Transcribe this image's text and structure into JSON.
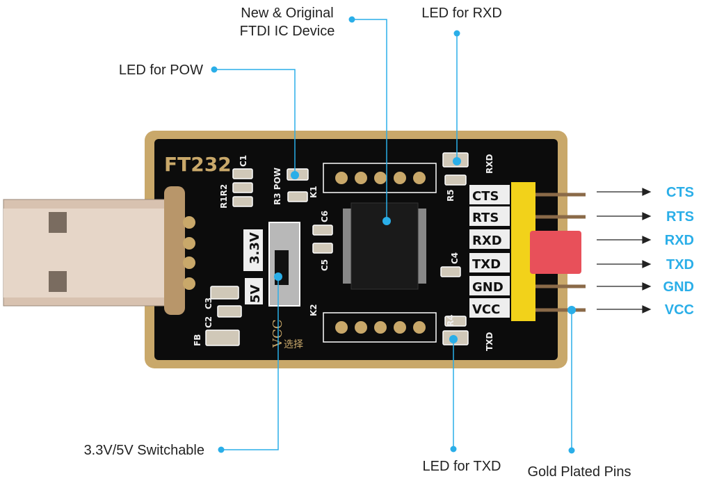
{
  "colors": {
    "accent": "#2aaee8",
    "board_border": "#c9a86a",
    "board": "#0c0c0c",
    "header": "#f2d21a",
    "jumper": "#e8505a"
  },
  "board": {
    "title": "FT232",
    "switch_labels": [
      "3.3V",
      "5V"
    ],
    "vcc_label": "VCC",
    "vcc_select": "选择",
    "silk": [
      "C1",
      "R1R2",
      "R3 POW",
      "K1",
      "K2",
      "C6",
      "C5",
      "C4",
      "C3",
      "C2",
      "FB",
      "R5",
      "R4",
      "RXD",
      "TXD"
    ],
    "pin_silk": [
      "CTS",
      "RTS",
      "RXD",
      "TXD",
      "GND",
      "VCC"
    ]
  },
  "annotations": {
    "ic": [
      "New & Original",
      "FTDI IC Device"
    ],
    "led_rxd": "LED for RXD",
    "led_pow": "LED for POW",
    "switch": "3.3V/5V Switchable",
    "led_txd": "LED for TXD",
    "pins": "Gold Plated Pins"
  },
  "pin_labels": [
    "CTS",
    "RTS",
    "RXD",
    "TXD",
    "GND",
    "VCC"
  ]
}
